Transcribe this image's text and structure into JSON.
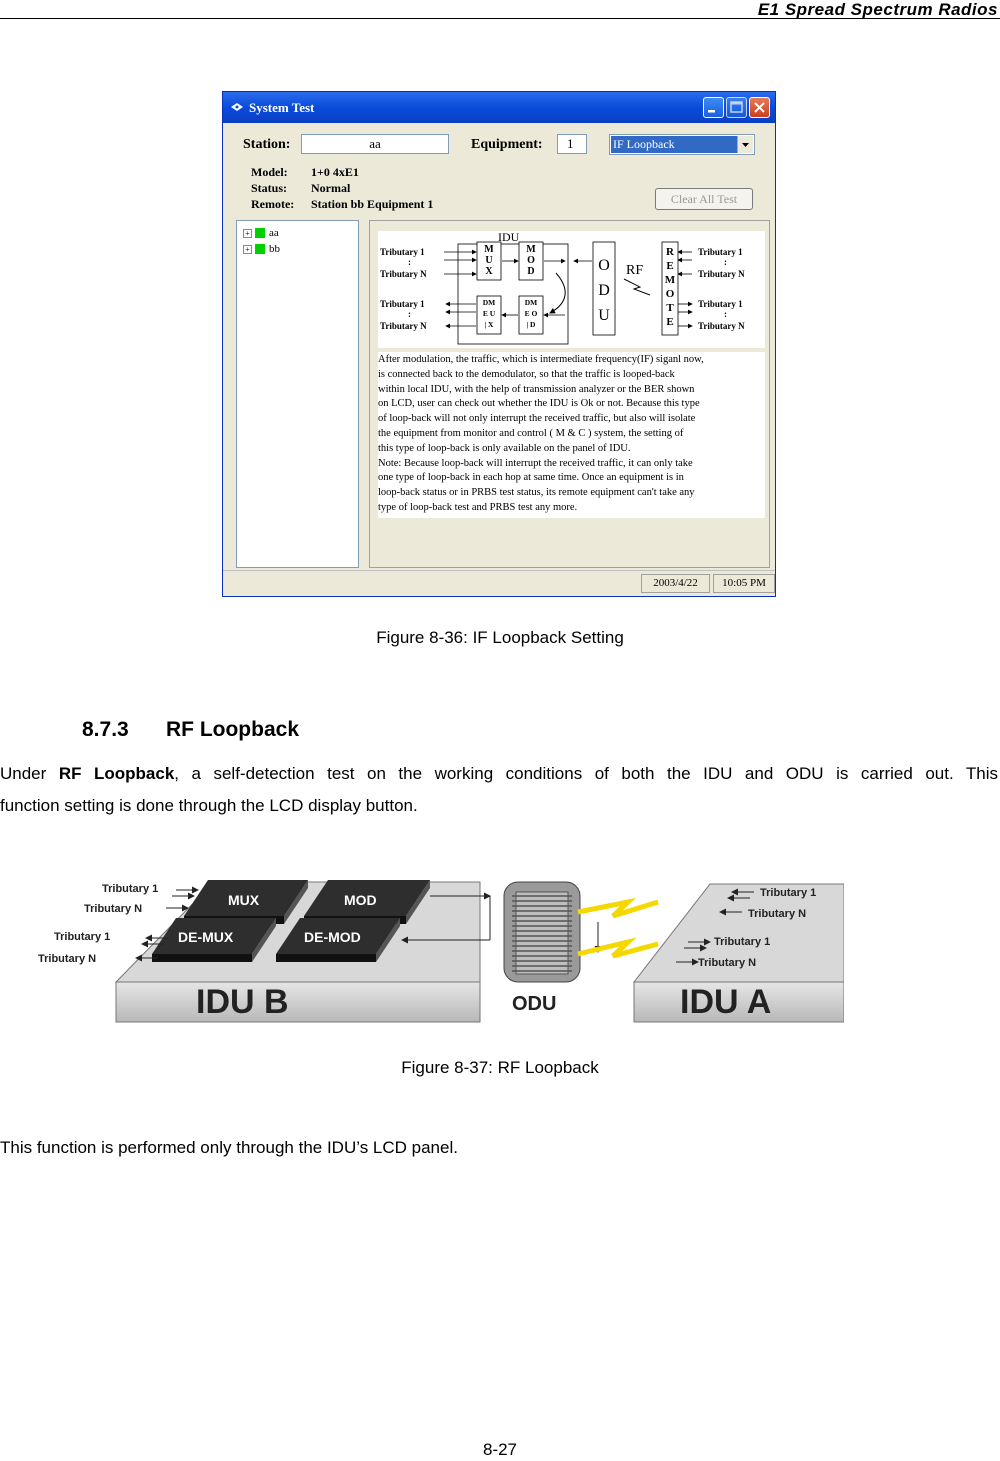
{
  "header": {
    "title": "E1  Spread  Spectrum  Radios"
  },
  "dialog": {
    "title": "System Test",
    "station_label": "Station:",
    "station_value": "aa",
    "equipment_label": "Equipment:",
    "equipment_value": "1",
    "loopback_selected": "IF Loopback",
    "model_key": "Model:",
    "model_value": "1+0 4xE1",
    "status_key": "Status:",
    "status_value": "Normal",
    "remote_key": "Remote:",
    "remote_value": "Station bb Equipment 1",
    "clear_button": "Clear All Test",
    "tree": [
      {
        "label": "aa"
      },
      {
        "label": "bb"
      }
    ],
    "diagram": {
      "idu_label": "IDU",
      "trib1": "Tributary 1",
      "tribn": "Tributary N",
      "dots": ":",
      "mux": [
        "M",
        "U",
        "X"
      ],
      "mod": [
        "M",
        "O",
        "D"
      ],
      "dmux": [
        "DM",
        "E U",
        "| X"
      ],
      "dmod": [
        "DM",
        "E O",
        "| D"
      ],
      "odu": [
        "O",
        "D",
        "U"
      ],
      "rf": "RF",
      "remote": [
        "R",
        "E",
        "M",
        "O",
        "T",
        "E"
      ]
    },
    "description": [
      "After modulation, the traffic, which is intermediate frequency(IF) siganl now,",
      "is connected back to the demodulator, so that the traffic is looped-back",
      "within local IDU, with the help of transmission analyzer or the BER shown",
      "on LCD, user can check out whether the IDU is Ok or not. Because this type",
      "of loop-back will not only interrupt the received traffic, but also will isolate",
      "the equipment from monitor and control ( M & C ) system, the setting of",
      "this type of loop-back is only available on the panel of IDU.",
      "Note: Because loop-back will interrupt the received traffic, it can only take",
      "one type of loop-back in each hop at same time. Once an equipment is in",
      "loop-back status or in PRBS test status, its remote equipment can't take any",
      "type of loop-back test and PRBS test any more."
    ],
    "statusbar": {
      "date": "2003/4/22",
      "time": "10:05  PM"
    }
  },
  "captions": {
    "fig36": "Figure 8-36: IF Loopback Setting",
    "fig37": "Figure 8-37: RF Loopback"
  },
  "section": {
    "number": "8.7.3",
    "title": "RF Loopback"
  },
  "body": {
    "p1_pre": "Under ",
    "p1_bold": "RF Loopback",
    "p1_post": ", a self-detection test on the working conditions of both the IDU and ODU is carried out. This",
    "p1_line2": "function setting is done through the LCD display button.",
    "p2": "This function is performed only through the IDU’s LCD panel."
  },
  "figure37": {
    "trib1": "Tributary 1",
    "tribn": "Tributary N",
    "mux": "MUX",
    "mod": "MOD",
    "demux": "DE-MUX",
    "demod": "DE-MOD",
    "idu_b": "IDU B",
    "odu": "ODU",
    "idu_a": "IDU A"
  },
  "page_number": "8-27"
}
